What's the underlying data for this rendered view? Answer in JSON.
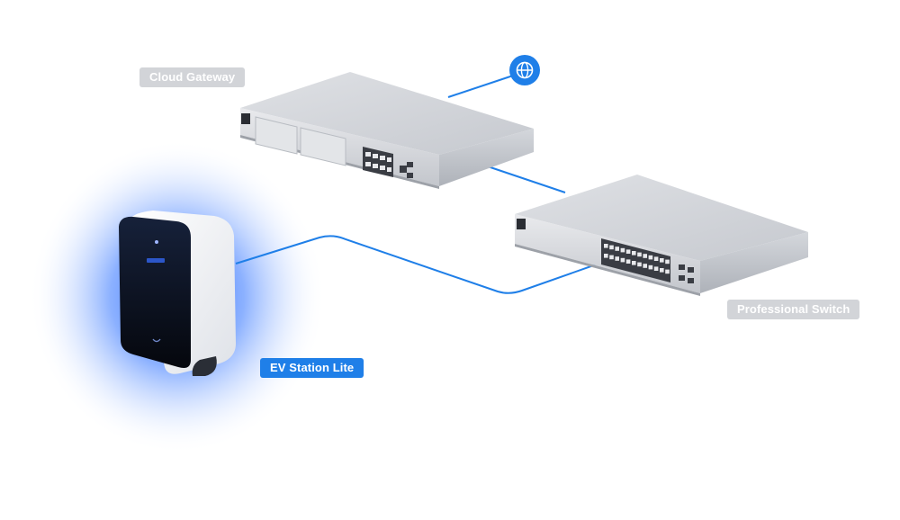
{
  "diagram": {
    "nodes": [
      {
        "id": "cloud-gateway",
        "label": "Cloud Gateway",
        "style": "gray"
      },
      {
        "id": "professional-switch",
        "label": "Professional Switch",
        "style": "gray"
      },
      {
        "id": "ev-station-lite",
        "label": "EV Station Lite",
        "style": "highlight"
      }
    ],
    "internet_icon": "globe-icon",
    "links": [
      {
        "from": "internet",
        "to": "cloud-gateway"
      },
      {
        "from": "cloud-gateway",
        "to": "professional-switch"
      },
      {
        "from": "professional-switch",
        "to": "ev-station-lite"
      }
    ]
  },
  "colors": {
    "link": "#1f7fe8",
    "highlight_label_bg": "#1f7fe8",
    "gray_label_bg": "#d2d4d8",
    "glow": "#2f6bff",
    "device_metal": "#c9ccd2"
  }
}
